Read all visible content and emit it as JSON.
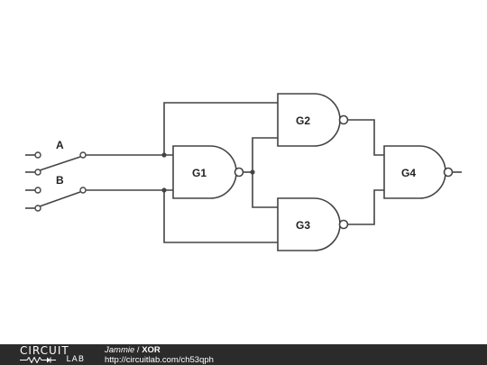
{
  "diagram": {
    "input_labels": {
      "a": "A",
      "b": "B"
    },
    "gates": [
      {
        "id": "g1",
        "label": "G1"
      },
      {
        "id": "g2",
        "label": "G2"
      },
      {
        "id": "g3",
        "label": "G3"
      },
      {
        "id": "g4",
        "label": "G4"
      }
    ]
  },
  "footer": {
    "logo_top": "CIRCUIT",
    "logo_bottom": "LAB",
    "author": "Jammie",
    "separator": " / ",
    "title": "XOR",
    "url": "http://circuitlab.com/ch53qph"
  },
  "colors": {
    "wire": "#444444",
    "footer_background": "#2b2b2b",
    "footer_text": "#ffffff"
  }
}
